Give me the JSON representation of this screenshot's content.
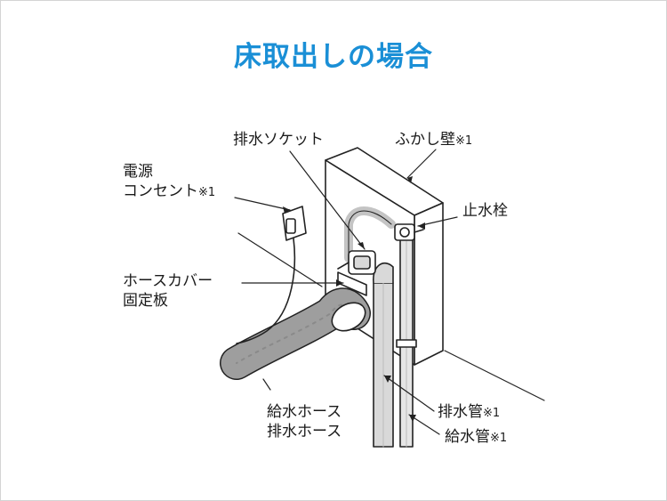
{
  "title": "床取出しの場合",
  "colors": {
    "title": "#1a8fd6",
    "stroke": "#222222",
    "fill_pipe": "#d9d9d9",
    "fill_hose": "#9e9e9e"
  },
  "labels": {
    "drain_socket": "排水ソケット",
    "false_wall": "ふかし壁",
    "false_wall_note": "※1",
    "outlet_line1": "電源",
    "outlet_line2": "コンセント",
    "outlet_note": "※1",
    "stop_valve": "止水栓",
    "hose_cover_line1": "ホースカバー",
    "hose_cover_line2": "固定板",
    "hoses_line1": "給水ホース",
    "hoses_line2": "排水ホース",
    "drain_pipe": "排水管",
    "drain_pipe_note": "※1",
    "supply_pipe": "給水管",
    "supply_pipe_note": "※1"
  }
}
